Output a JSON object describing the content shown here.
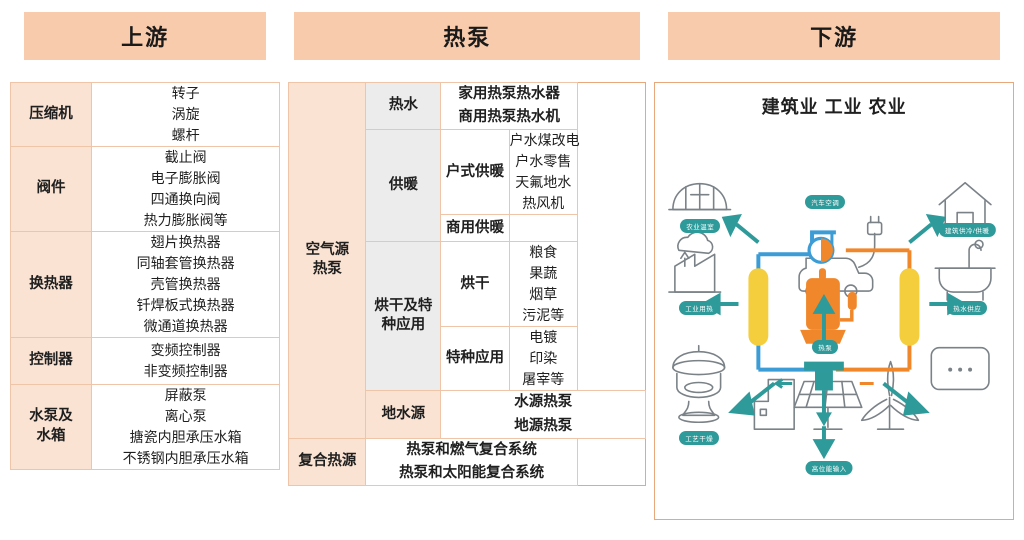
{
  "columns": {
    "upstream": {
      "header": "上游",
      "rows": [
        {
          "category": "压缩机",
          "items": [
            "转子",
            "涡旋",
            "螺杆"
          ]
        },
        {
          "category": "阀件",
          "items": [
            "截止阀",
            "电子膨胀阀",
            "四通换向阀",
            "热力膨胀阀等"
          ]
        },
        {
          "category": "换热器",
          "items": [
            "翅片换热器",
            "同轴套管换热器",
            "壳管换热器",
            "钎焊板式换热器",
            "微通道换热器"
          ]
        },
        {
          "category": "控制器",
          "items": [
            "变频控制器",
            "非变频控制器"
          ]
        },
        {
          "category": "水泵及水箱",
          "category_lines": [
            "水泵及",
            "水箱"
          ],
          "items": [
            "屏蔽泵",
            "离心泵",
            "搪瓷内胆承压水箱",
            "不锈钢内胆承压水箱"
          ]
        }
      ]
    },
    "heatpump": {
      "header": "热泵",
      "l1_air_source": {
        "label": "空气源热泵",
        "lines": [
          "空气源",
          "热泵"
        ]
      },
      "hot_water": {
        "label": "热水",
        "items": [
          "家用热泵热水器",
          "商用热泵热水机"
        ]
      },
      "heating": {
        "label": "供暖",
        "household": {
          "label": "户式供暖",
          "items": [
            "户水煤改电",
            "户水零售",
            "天氟地水",
            "热风机"
          ]
        },
        "commercial": {
          "label": "商用供暖"
        }
      },
      "drying_special": {
        "label": "烘干及特种应用",
        "lines": [
          "烘干及特",
          "种应用"
        ],
        "drying": {
          "label": "烘干",
          "items": [
            "粮食",
            "果蔬",
            "烟草",
            "污泥等"
          ]
        },
        "special": {
          "label": "特种应用",
          "items": [
            "电镀",
            "印染",
            "屠宰等"
          ]
        }
      },
      "ground_water": {
        "label": "地水源",
        "items": [
          "水源热泵",
          "地源热泵"
        ]
      },
      "hybrid": {
        "label": "复合热源",
        "items": [
          "热泵和燃气复合系统",
          "热泵和太阳能复合系统"
        ]
      }
    },
    "downstream": {
      "header": "下游",
      "title": "建筑业 工业 农业",
      "nodes": [
        {
          "id": "auto-ac",
          "label": "汽车空调",
          "icon": "electric-car-icon"
        },
        {
          "id": "greenhouse",
          "label": "农业温室",
          "icon": "greenhouse-icon"
        },
        {
          "id": "building-hvac",
          "label": "建筑供冷/供暖",
          "icon": "house-icon"
        },
        {
          "id": "industrial-heat",
          "label": "工业用热",
          "icon": "factory-icon"
        },
        {
          "id": "heat-pump-core",
          "label": "热泵",
          "icon": "compressor-icon"
        },
        {
          "id": "hot-water-supply",
          "label": "热水供应",
          "icon": "bathtub-icon"
        },
        {
          "id": "process-drying",
          "label": "工艺干燥",
          "icon": "steamer-icon"
        },
        {
          "id": "high-grade-energy",
          "label": "高位能输入",
          "icon": "solar-wind-icon"
        },
        {
          "id": "others",
          "label": "...",
          "icon": "ellipsis-box-icon"
        }
      ]
    }
  },
  "colors": {
    "header_bg": "#F7CBAB",
    "panel_border": "#E8A87C",
    "category_bg": "#FAE3D3",
    "level2_bg": "#ECECEC",
    "teal": "#2E9A9A",
    "orange": "#F0872B",
    "blue": "#3C9CD6",
    "yellow": "#F5CE3E",
    "gray_icon": "#7A8288"
  }
}
